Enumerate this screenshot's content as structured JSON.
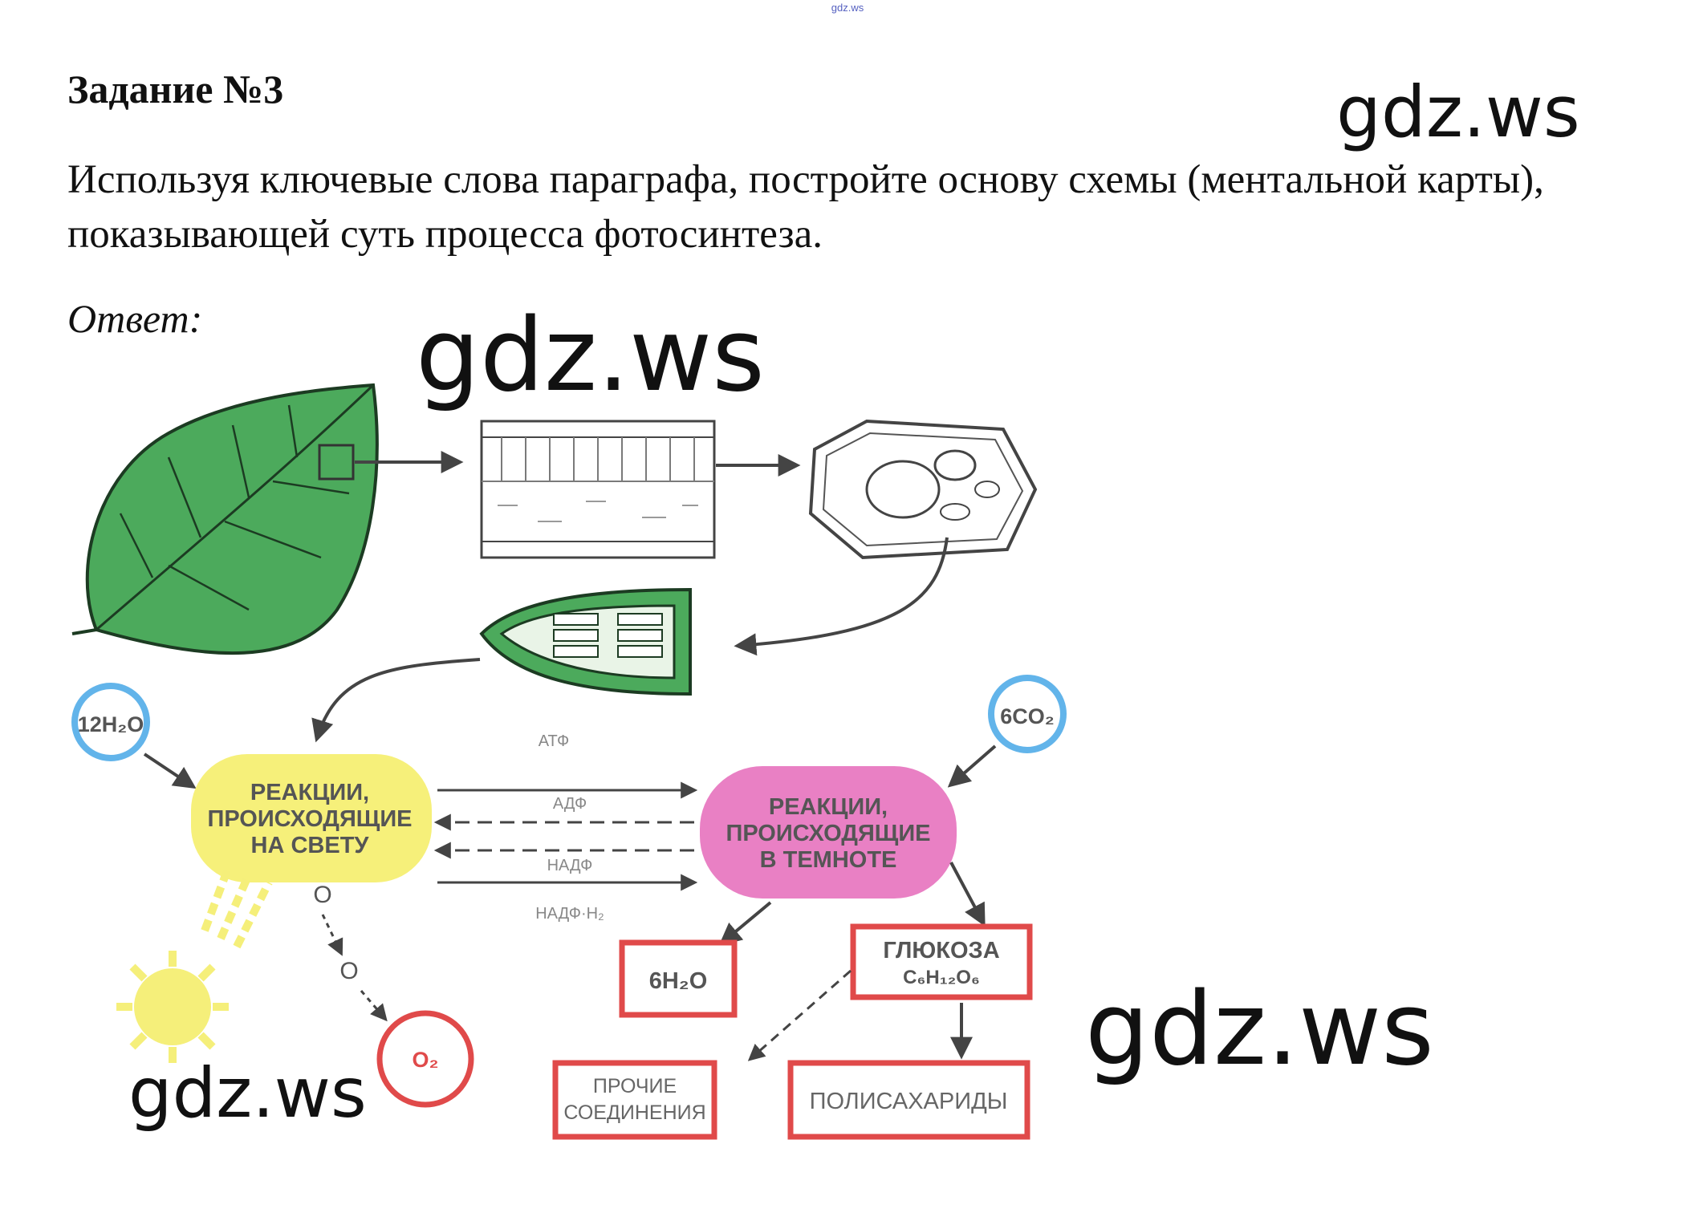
{
  "header": {
    "site_mark": "gdz.ws"
  },
  "task": {
    "title": "Задание №3",
    "text": "Используя ключевые слова параграфа, постройте основу схемы (ментальной карты), показывающей суть процесса фотосинтеза.",
    "answer_label": "Ответ:"
  },
  "watermarks": [
    "gdz.ws",
    "gdz.ws",
    "gdz.ws",
    "gdz.ws"
  ],
  "diagram": {
    "water": "12H₂O",
    "carbon_dioxide": "6CO₂",
    "light_reactions": [
      "РЕАКЦИИ,",
      "ПРОИСХОДЯЩИЕ",
      "НА СВЕТУ"
    ],
    "dark_reactions": [
      "РЕАКЦИИ,",
      "ПРОИСХОДЯЩИЕ",
      "В ТЕМНОТЕ"
    ],
    "arrow_atf": "АТФ",
    "arrow_adf": "АДФ",
    "arrow_nadf": "НАДФ",
    "arrow_nadfh2": "НАДФ·H₂",
    "oxygen_atom": "O",
    "oxygen_atom_2": "O",
    "oxygen": "O₂",
    "water_out": "6H₂O",
    "glucose_title": "ГЛЮКОЗА",
    "glucose_formula": "C₆H₁₂O₆",
    "other_compounds": [
      "ПРОЧИЕ",
      "СОЕДИНЕНИЯ"
    ],
    "polysaccharides": "ПОЛИСАХАРИДЫ"
  },
  "colors": {
    "leaf": "#4caa5c",
    "light_node": "#f6f07a",
    "dark_node": "#e980c4",
    "input_ring": "#62b4ea",
    "product_border": "#e04a4a",
    "sun": "#f5ef7a"
  }
}
